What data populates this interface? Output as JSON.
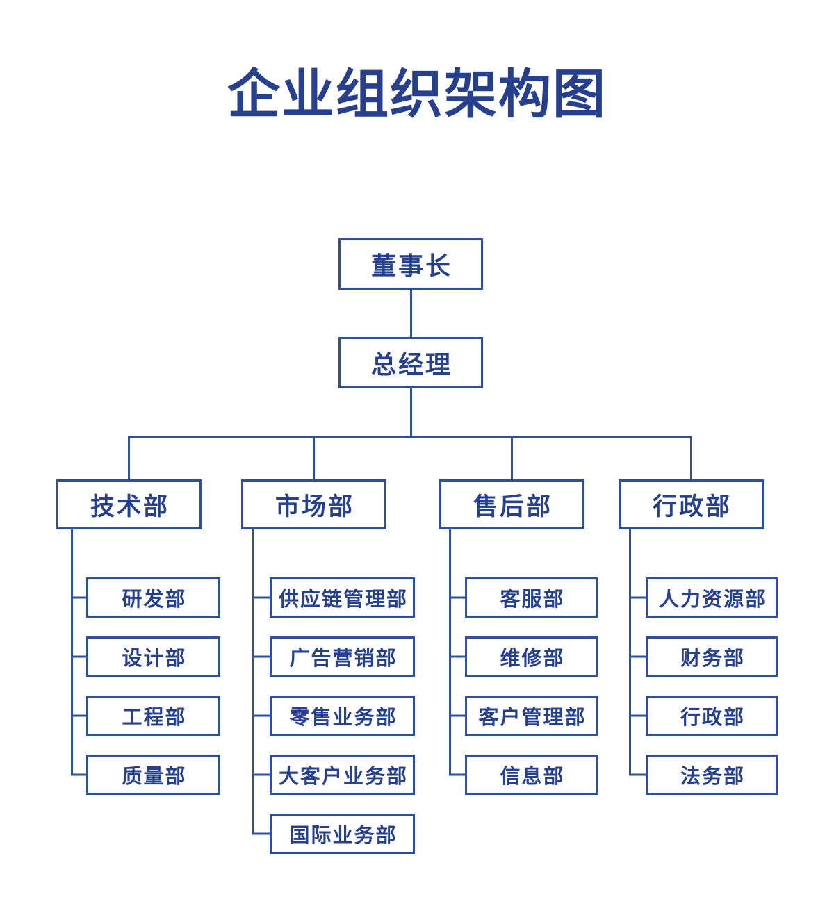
{
  "title": "企业组织架构图",
  "colors": {
    "line": "#2d4f9d",
    "text": "#263f8e",
    "bg": "#ffffff"
  },
  "org": {
    "root": {
      "label": "董事长"
    },
    "level2": {
      "label": "总经理"
    },
    "departments": [
      {
        "label": "技术部",
        "children": [
          "研发部",
          "设计部",
          "工程部",
          "质量部"
        ]
      },
      {
        "label": "市场部",
        "children": [
          "供应链管理部",
          "广告营销部",
          "零售业务部",
          "大客户业务部",
          "国际业务部"
        ]
      },
      {
        "label": "售后部",
        "children": [
          "客服部",
          "维修部",
          "客户管理部",
          "信息部"
        ]
      },
      {
        "label": "行政部",
        "children": [
          "人力资源部",
          "财务部",
          "行政部",
          "法务部"
        ]
      }
    ]
  }
}
